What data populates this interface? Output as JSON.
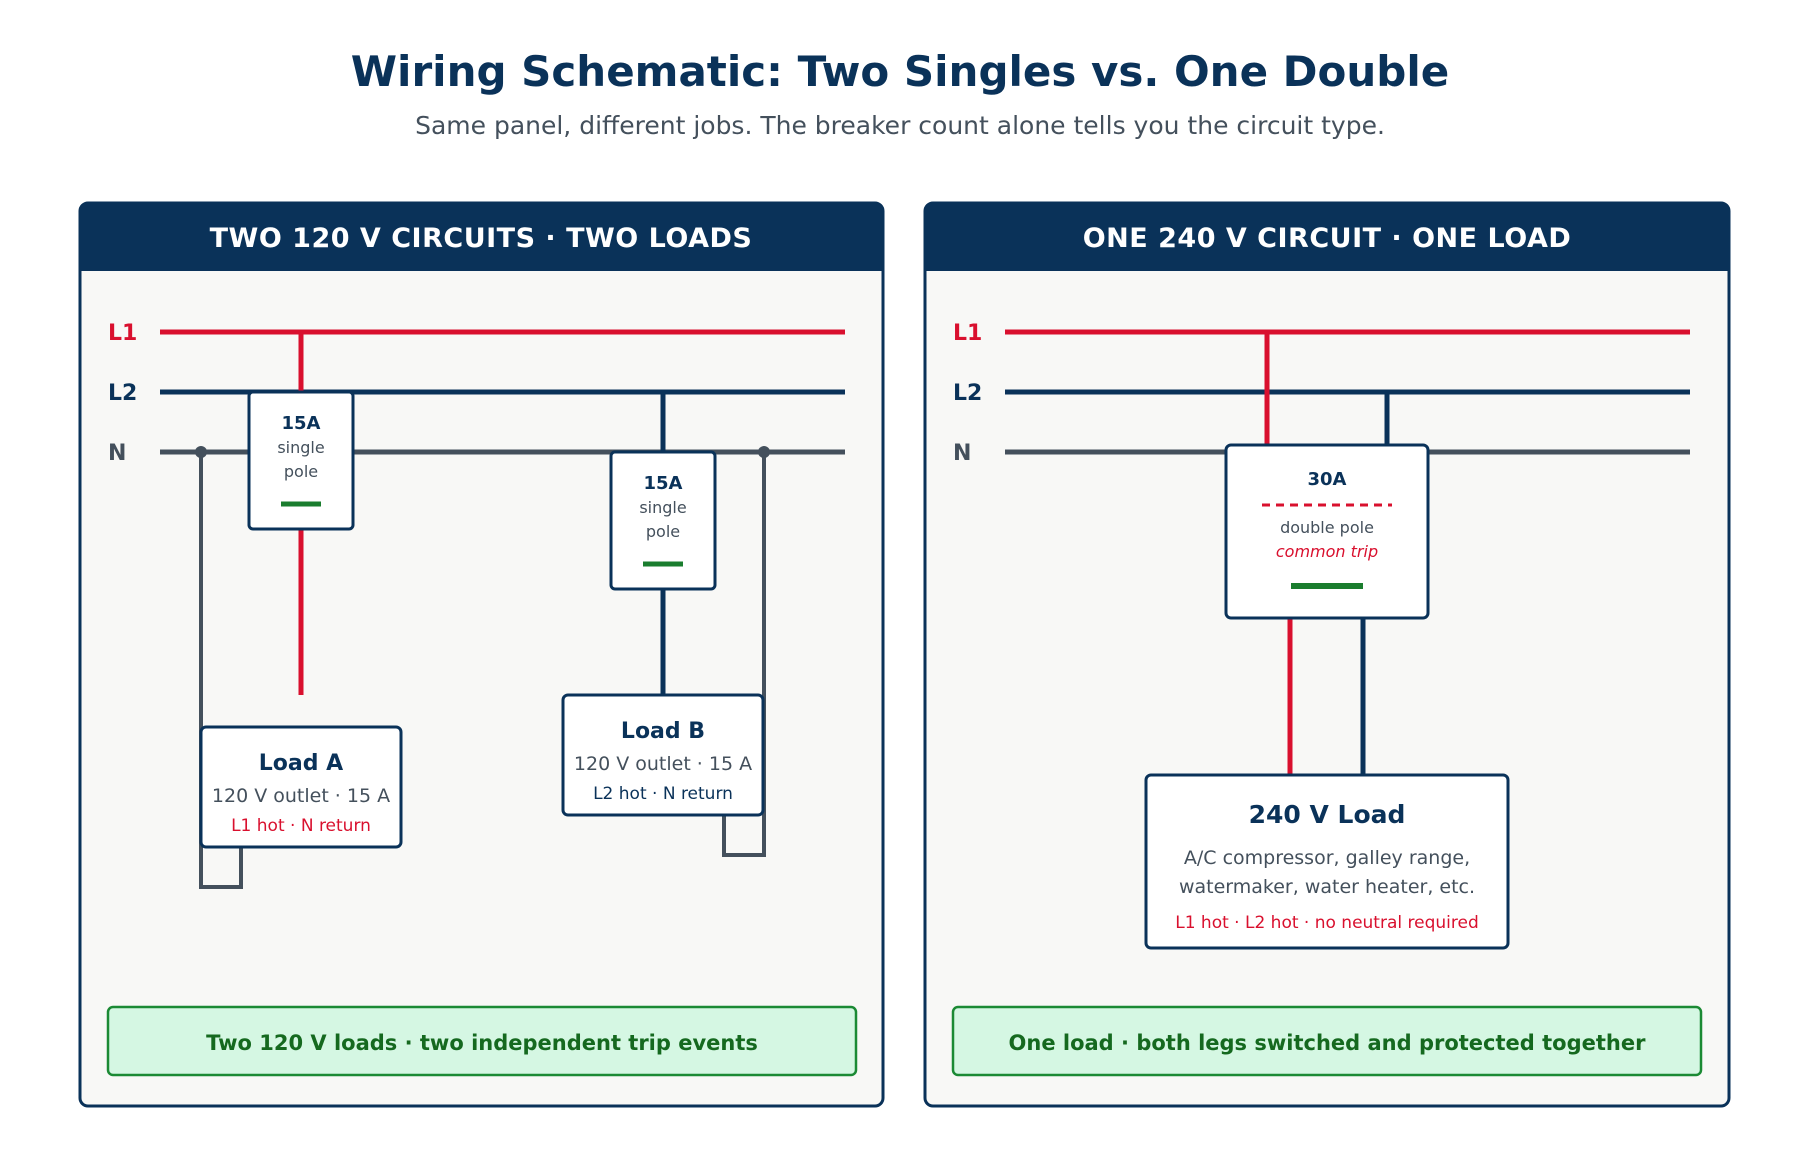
{
  "title": "Wiring Schematic: Two Singles vs. One Double",
  "subtitle": "Same panel, different jobs. The breaker count alone tells you the circuit type.",
  "colors": {
    "l1": "#d9102e",
    "l2": "#0a3259",
    "neutral": "#44505c",
    "header_bg": "#0a3259",
    "panel_bg": "#f8f8f6",
    "footer_bg": "#d5f7e3",
    "footer_border": "#1b8a34",
    "breaker_indicator": "#1a7d2e"
  },
  "left": {
    "header": "TWO 120 V CIRCUITS · TWO LOADS",
    "rails": {
      "l1": "L1",
      "l2": "L2",
      "n": "N"
    },
    "breaker_a": {
      "amp": "15A",
      "type_line1": "single",
      "type_line2": "pole"
    },
    "breaker_b": {
      "amp": "15A",
      "type_line1": "single",
      "type_line2": "pole"
    },
    "load_a": {
      "title": "Load A",
      "desc": "120 V outlet · 15 A",
      "wiring": "L1 hot · N return"
    },
    "load_b": {
      "title": "Load B",
      "desc": "120 V outlet · 15 A",
      "wiring": "L2 hot · N return"
    },
    "footer": "Two 120 V loads · two independent trip events"
  },
  "right": {
    "header": "ONE 240 V CIRCUIT · ONE LOAD",
    "rails": {
      "l1": "L1",
      "l2": "L2",
      "n": "N"
    },
    "breaker": {
      "amp": "30A",
      "type": "double pole",
      "trip": "common trip"
    },
    "load": {
      "title": "240 V Load",
      "desc_line1": "A/C compressor, galley range,",
      "desc_line2": "watermaker, water heater, etc.",
      "wiring": "L1 hot · L2 hot · no neutral required"
    },
    "footer": "One load · both legs switched and protected together"
  }
}
